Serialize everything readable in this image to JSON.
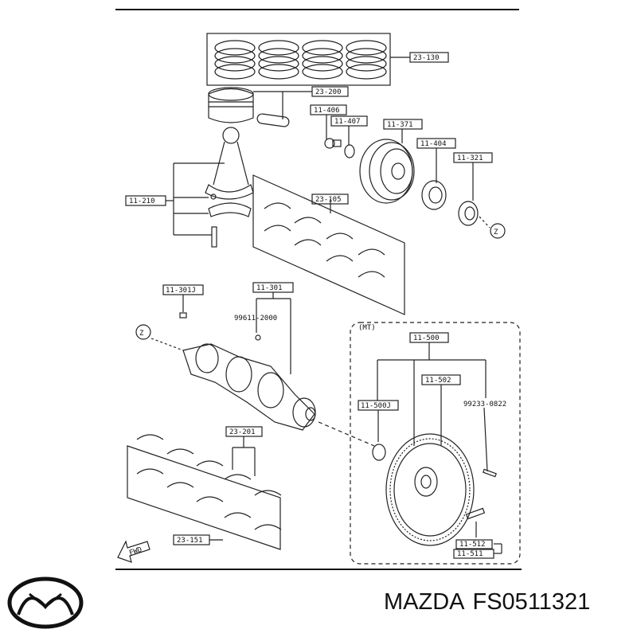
{
  "brand": {
    "name": "MAZDA",
    "part_number": "FS0511321",
    "logo_icon": "mazda-logo-icon"
  },
  "diagram": {
    "labels": {
      "rings": "23-130",
      "piston": "23-200",
      "bolt_406": "11-406",
      "washer_407": "11-407",
      "pulley": "11-371",
      "key_404": "11-404",
      "gear_321": "11-321",
      "conrod": "11-210",
      "bearings_rod": "23-105",
      "key_301j": "11-301J",
      "crankshaft": "11-301",
      "plug": "99611-2000",
      "mt": "(MT)",
      "flywheel_assy": "11-500",
      "flywheel_502": "11-502",
      "bearing_500j": "11-500J",
      "pin": "99233-0822",
      "main_bearings": "23-201",
      "thrust": "23-151",
      "bolt_512": "11-512",
      "bolt_511": "11-511",
      "fwd": "FWD",
      "z": "Z"
    }
  }
}
